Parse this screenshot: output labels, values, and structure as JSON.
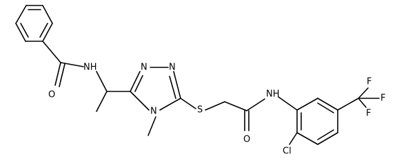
{
  "molecule": {
    "atoms": {
      "amide1_O": "O",
      "amide1_NH": "NH",
      "triazole_N1": "N",
      "triazole_N2": "N",
      "triazole_N4": "N",
      "thioether_S": "S",
      "amide2_O": "O",
      "amide2_NH": "NH",
      "chloro": "Cl",
      "cf3_F_top": "F",
      "cf3_F_mid": "F",
      "cf3_F_bot": "F"
    }
  }
}
